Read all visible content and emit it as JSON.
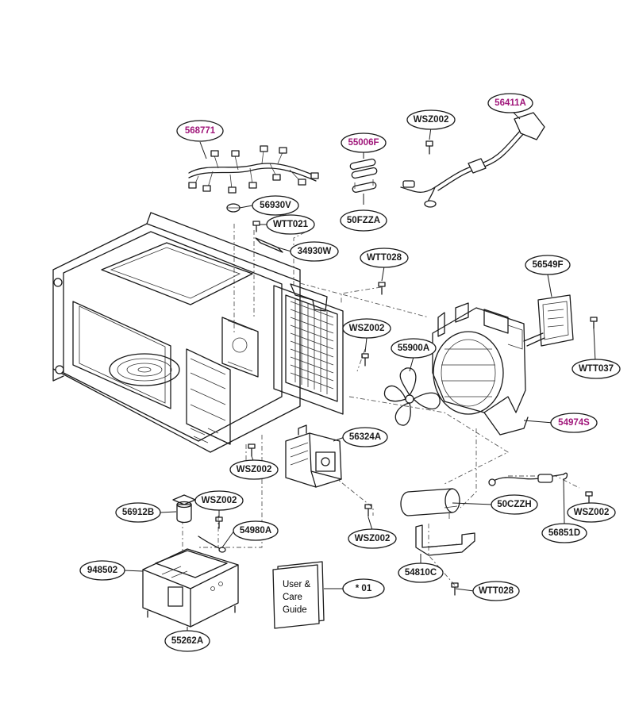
{
  "colors": {
    "ink": "#1a1a1a",
    "highlight": "#a0167a"
  },
  "guide": {
    "lines": [
      "User &",
      "Care",
      "Guide"
    ]
  },
  "callouts": [
    {
      "id": "c-568771",
      "label": "568771",
      "highlight": true
    },
    {
      "id": "c-55006F",
      "label": "55006F",
      "highlight": true
    },
    {
      "id": "c-56411A",
      "label": "56411A",
      "highlight": true
    },
    {
      "id": "c-WSZ002a",
      "label": "WSZ002",
      "highlight": false
    },
    {
      "id": "c-56930V",
      "label": "56930V",
      "highlight": false
    },
    {
      "id": "c-WTT021",
      "label": "WTT021",
      "highlight": false
    },
    {
      "id": "c-50FZZA",
      "label": "50FZZA",
      "highlight": false
    },
    {
      "id": "c-34930W",
      "label": "34930W",
      "highlight": false
    },
    {
      "id": "c-WTT028a",
      "label": "WTT028",
      "highlight": false
    },
    {
      "id": "c-56549F",
      "label": "56549F",
      "highlight": false
    },
    {
      "id": "c-WSZ002b",
      "label": "WSZ002",
      "highlight": false
    },
    {
      "id": "c-55900A",
      "label": "55900A",
      "highlight": false
    },
    {
      "id": "c-WTT037",
      "label": "WTT037",
      "highlight": false
    },
    {
      "id": "c-54974S",
      "label": "54974S",
      "highlight": true
    },
    {
      "id": "c-56324A",
      "label": "56324A",
      "highlight": false
    },
    {
      "id": "c-WSZ002c",
      "label": "WSZ002",
      "highlight": false
    },
    {
      "id": "c-50CZZH",
      "label": "50CZZH",
      "highlight": false
    },
    {
      "id": "c-WSZ002d",
      "label": "WSZ002",
      "highlight": false
    },
    {
      "id": "c-56912B",
      "label": "56912B",
      "highlight": false
    },
    {
      "id": "c-WSZ002e",
      "label": "WSZ002",
      "highlight": false
    },
    {
      "id": "c-54980A",
      "label": "54980A",
      "highlight": false
    },
    {
      "id": "c-WSZ002f",
      "label": "WSZ002",
      "highlight": false
    },
    {
      "id": "c-56851D",
      "label": "56851D",
      "highlight": false
    },
    {
      "id": "c-948502",
      "label": "948502",
      "highlight": false
    },
    {
      "id": "c-54810C",
      "label": "54810C",
      "highlight": false
    },
    {
      "id": "c-01",
      "label": "* 01",
      "highlight": false
    },
    {
      "id": "c-WTT028b",
      "label": "WTT028",
      "highlight": false
    },
    {
      "id": "c-55262A",
      "label": "55262A",
      "highlight": false
    }
  ]
}
